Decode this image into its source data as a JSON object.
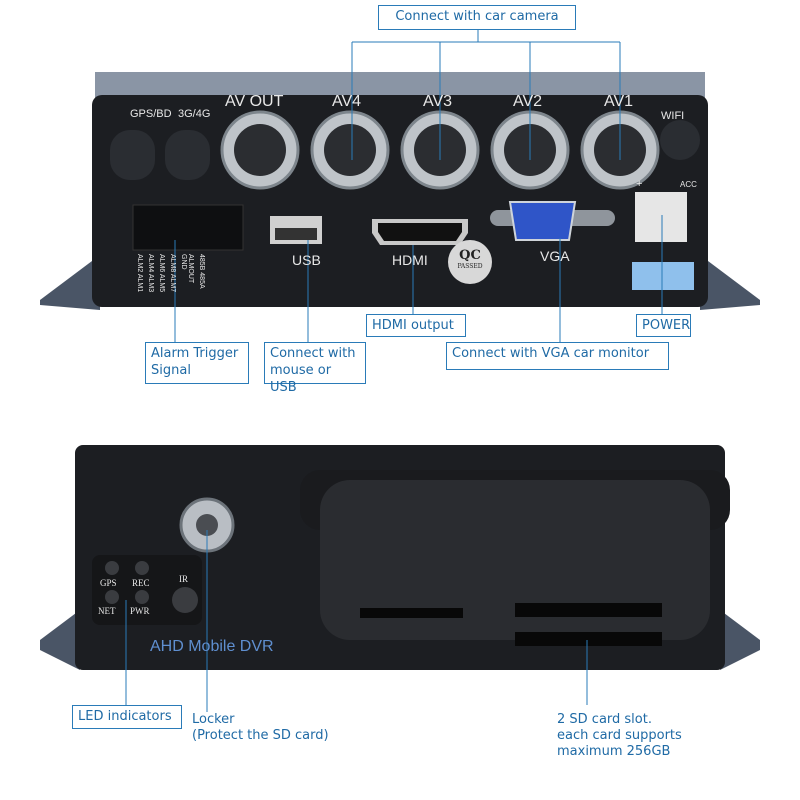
{
  "top_panel": {
    "ports": {
      "gps": "GPS/BD",
      "net": "3G/4G",
      "av_out": "AV OUT",
      "av4": "AV4",
      "av3": "AV3",
      "av2": "AV2",
      "av1": "AV1",
      "wifi": "WIFI",
      "usb": "USB",
      "hdmi": "HDMI",
      "vga": "VGA",
      "acc": "ACC",
      "plus": "+"
    },
    "alarm_labels": [
      "ALM2 ALM1",
      "ALM4 ALM3",
      "ALM6 ALM5",
      "ALM8 ALM7",
      "ALMOUT GND",
      "485B 485A"
    ],
    "qc_badge": {
      "line1": "QC",
      "line2": "PASSED"
    }
  },
  "bottom_panel": {
    "leds": {
      "gps": "GPS",
      "rec": "REC",
      "net": "NET",
      "pwr": "PWR",
      "ir": "IR"
    },
    "brand_text": "AHD Mobile DVR"
  },
  "callouts": {
    "camera": "Connect with car camera",
    "hdmi": "HDMI output",
    "power": "POWER",
    "alarm": "Alarm Trigger Signal",
    "usb": "Connect with mouse or USB",
    "vga": "Connect with VGA car monitor",
    "led": "LED indicators",
    "locker_line1": "Locker",
    "locker_line2": "(Protect the SD card)",
    "sd_line1": "2 SD card slot.",
    "sd_line2": "each card supports",
    "sd_line3": "maximum 256GB"
  },
  "colors": {
    "callout": "#1f6aa5",
    "device": "#1c1e22",
    "vga_port": "#2f55c8"
  }
}
